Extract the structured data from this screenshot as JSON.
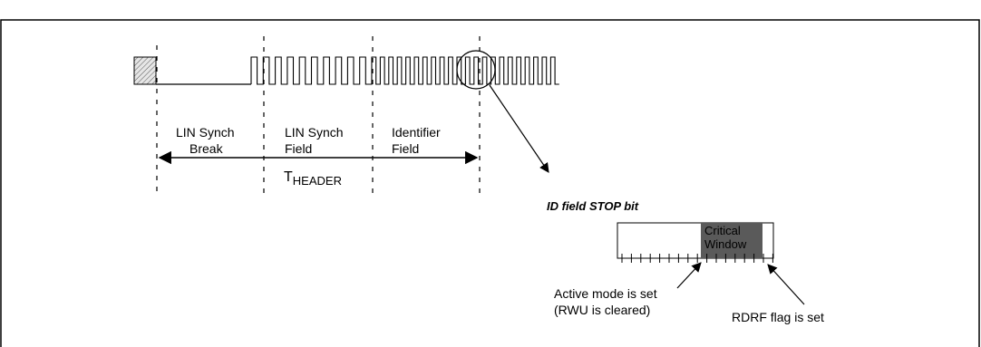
{
  "fields": {
    "sync_break": [
      "LIN Synch",
      "Break"
    ],
    "sync_field": [
      "LIN Synch",
      "Field"
    ],
    "identifier": [
      "Identifier",
      "Field"
    ]
  },
  "header_time": {
    "main": "T",
    "sub": "HEADER"
  },
  "stop_bit": {
    "title": "ID field STOP bit",
    "critical_window": [
      "Critical",
      "Window"
    ]
  },
  "annotations": {
    "active_mode": [
      "Active mode is set",
      "(RWU is cleared)"
    ],
    "rdrf": "RDRF flag is set"
  },
  "colors": {
    "line": "#000000",
    "critical_fill": "#5a5a5a",
    "hatch_fill": "#cfcfcf"
  }
}
